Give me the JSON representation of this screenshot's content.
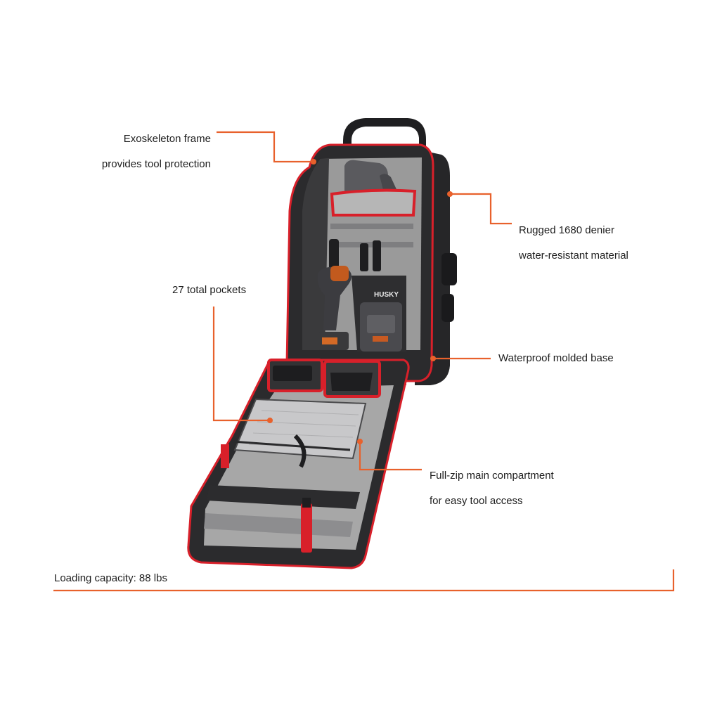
{
  "colors": {
    "accent_line": "#e8612c",
    "bag_body": "#2b2b2d",
    "bag_trim": "#d8202a",
    "lining": "#a8a8a8",
    "text": "#1e1e1e"
  },
  "product": {
    "image_name": "husky-tool-backpack-open",
    "brand_on_bag": "HUSKY"
  },
  "callouts": {
    "exoskeleton": {
      "line1": "Exoskeleton frame",
      "line2": "provides tool protection"
    },
    "material": {
      "line1": "Rugged 1680 denier",
      "line2": "water-resistant material"
    },
    "pockets": {
      "text": "27 total pockets"
    },
    "base": {
      "text": "Waterproof molded base"
    },
    "zip": {
      "line1": "Full-zip main compartment",
      "line2": "for easy tool access"
    },
    "capacity": {
      "text": "Loading capacity: 88 lbs"
    }
  }
}
